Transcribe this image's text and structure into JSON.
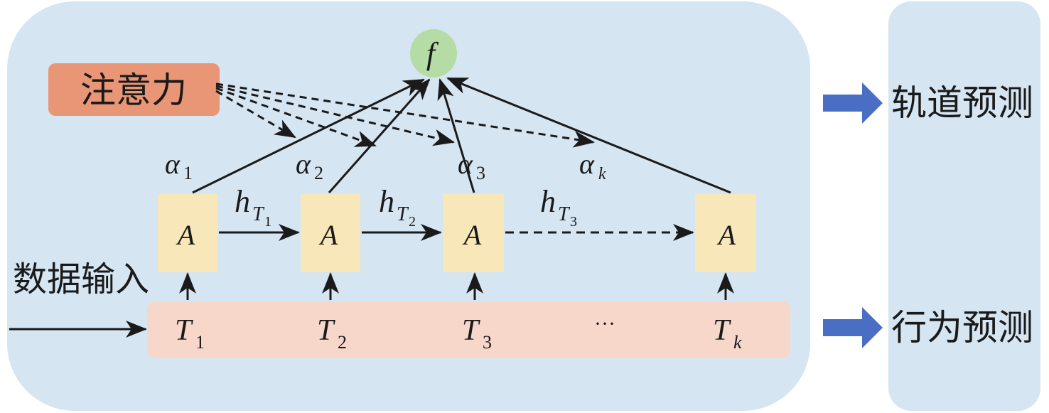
{
  "colors": {
    "main_panel": "#d5e5f2",
    "output_panel": "#d5e5f2",
    "attention_box": "#e99676",
    "cell_box": "#f8e8b9",
    "input_strip": "#f6d7ca",
    "f_node": "#b5dca5",
    "block_arrow": "#4a6ec3",
    "line": "#1a1a1a"
  },
  "attention": {
    "label": "注意力"
  },
  "data_input": {
    "label": "数据输入"
  },
  "f_node": {
    "label": "f"
  },
  "cells": [
    {
      "label": "A",
      "weight": "α",
      "weight_sub": "1"
    },
    {
      "label": "A",
      "weight": "α",
      "weight_sub": "2"
    },
    {
      "label": "A",
      "weight": "α",
      "weight_sub": "3"
    },
    {
      "label": "A",
      "weight": "α",
      "weight_sub": "k"
    }
  ],
  "hidden_states": [
    {
      "h": "h",
      "T": "T",
      "sub": "1"
    },
    {
      "h": "h",
      "T": "T",
      "sub": "2"
    },
    {
      "h": "h",
      "T": "T",
      "sub": "3"
    }
  ],
  "inputs": [
    {
      "label": "T",
      "sub": "1"
    },
    {
      "label": "T",
      "sub": "2"
    },
    {
      "label": "T",
      "sub": "3"
    },
    {
      "label": "T",
      "sub": "k"
    }
  ],
  "ellipsis": "···",
  "outputs": [
    {
      "label": "轨道预测"
    },
    {
      "label": "行为预测"
    }
  ]
}
